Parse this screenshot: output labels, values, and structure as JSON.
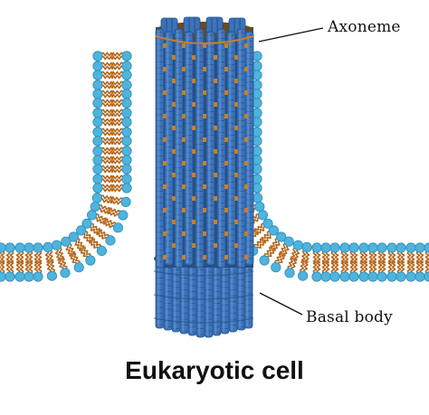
{
  "labels": {
    "axoneme": "Axoneme",
    "basal_body": "Basal body",
    "caption": "Eukaryotic cell"
  },
  "colors": {
    "lipid_head": "#4fb3dc",
    "lipid_head_edge": "#2d8fbd",
    "lipid_tail": "#b5671c",
    "tubule_blue": "#3d73b8",
    "tubule_dark": "#21508d",
    "tubule_light": "#6a9bd8",
    "linker_orange": "#c97f25",
    "leader_line": "#111111"
  }
}
